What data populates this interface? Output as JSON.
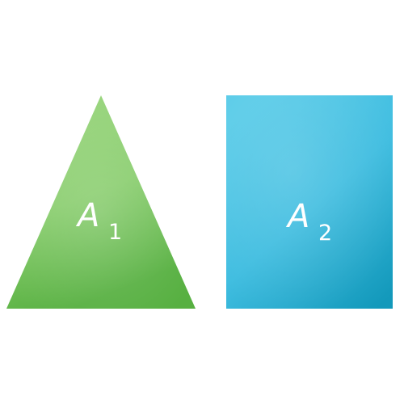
{
  "shapes": {
    "triangle": {
      "label": "A",
      "subscript": "1",
      "color_top": "#a8dd8c",
      "color_bottom": "#4aa83a"
    },
    "rectangle": {
      "label": "A",
      "subscript": "2",
      "color_top": "#5fd0ec",
      "color_bottom": "#0f9ab8"
    }
  }
}
